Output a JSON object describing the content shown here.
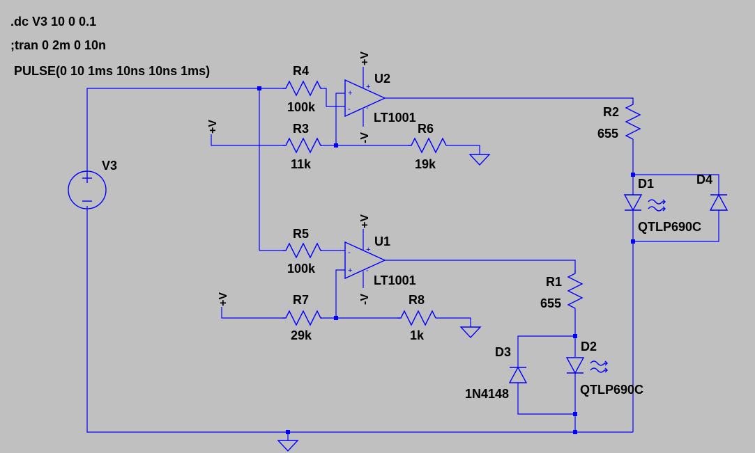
{
  "directives": [
    ".dc V3 10 0 0.1",
    ";tran 0 2m 0 10n"
  ],
  "source": {
    "name": "V3",
    "value": "PULSE(0 10 1ms 10ns 10ns 1ms)"
  },
  "resistors": [
    {
      "name": "R4",
      "value": "100k"
    },
    {
      "name": "R3",
      "value": "11k"
    },
    {
      "name": "R6",
      "value": "19k"
    },
    {
      "name": "R2",
      "value": "655"
    },
    {
      "name": "R5",
      "value": "100k"
    },
    {
      "name": "R7",
      "value": "29k"
    },
    {
      "name": "R8",
      "value": "1k"
    },
    {
      "name": "R1",
      "value": "655"
    }
  ],
  "opamps": [
    {
      "name": "U2",
      "model": "LT1001"
    },
    {
      "name": "U1",
      "model": "LT1001"
    }
  ],
  "diodes": [
    {
      "name": "D1",
      "model": "QTLP690C"
    },
    {
      "name": "D4",
      "model": ""
    },
    {
      "name": "D2",
      "model": "QTLP690C"
    },
    {
      "name": "D3",
      "model": "1N4148"
    }
  ],
  "supply_labels": {
    "pos": "+V",
    "neg": "-V"
  },
  "pin_marks": {
    "plus": "+",
    "minus": "-"
  }
}
